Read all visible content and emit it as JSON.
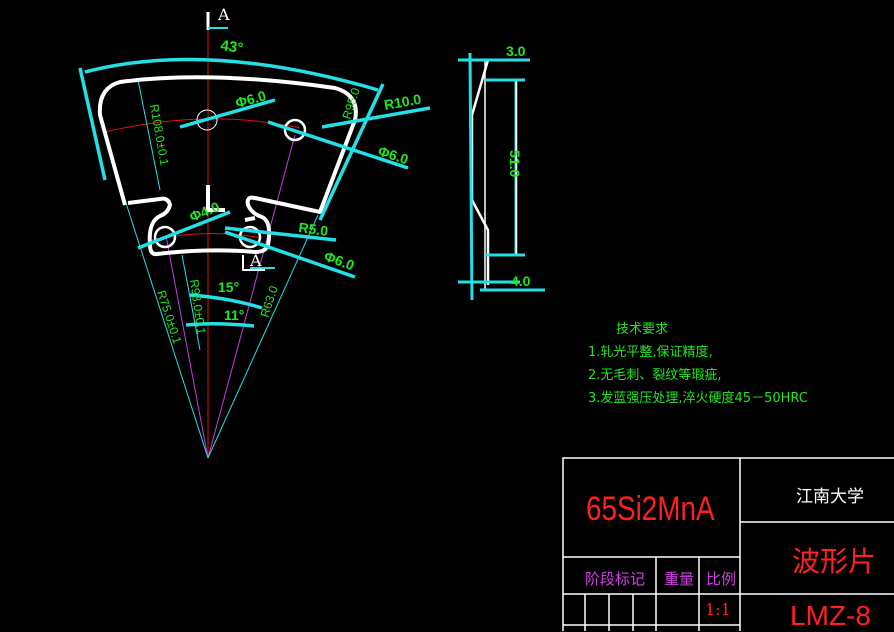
{
  "drawing": {
    "section_label_top": "A",
    "section_label_bottom": "A",
    "dimensions": {
      "angle_outer": "43°",
      "hole_center": "Φ6.0",
      "corner_radius": "R10.0",
      "hole_right": "Φ6.0",
      "outer_radius": "R95.0",
      "inner_radius": "R108.0±0.1",
      "hole_small": "Φ4.0",
      "slot_radius": "R5.0",
      "hole_lower": "Φ6.0",
      "angle_15": "15°",
      "angle_11": "11°",
      "radius_98": "R98.0±0.1",
      "radius_75": "R75.0±0.1",
      "radius_63": "R63.0"
    },
    "side_view": {
      "thickness_top": "3.0",
      "height": "51.0",
      "thickness_bottom": "4.0"
    }
  },
  "notes": {
    "title": "技术要求",
    "items": [
      "1.轧光平整,保证精度,",
      "2.无毛刺、裂纹等瑕疵,",
      "3.发蓝强压处理,淬火硬度45－50HRC"
    ]
  },
  "title_block": {
    "material": "65Si2MnA",
    "school": "江南大学",
    "part_name": "波形片",
    "drawing_number": "LMZ-8",
    "stage_mark": "阶段标记",
    "weight": "重量",
    "scale_label": "比例",
    "scale_value": "1:1"
  },
  "colors": {
    "background": "#000000",
    "outline": "#ffffff",
    "dimension": "#22e0e6",
    "text": "#22e622",
    "centerline": "#e01010",
    "title_red": "#ff2020",
    "title_magenta": "#d040e0"
  }
}
